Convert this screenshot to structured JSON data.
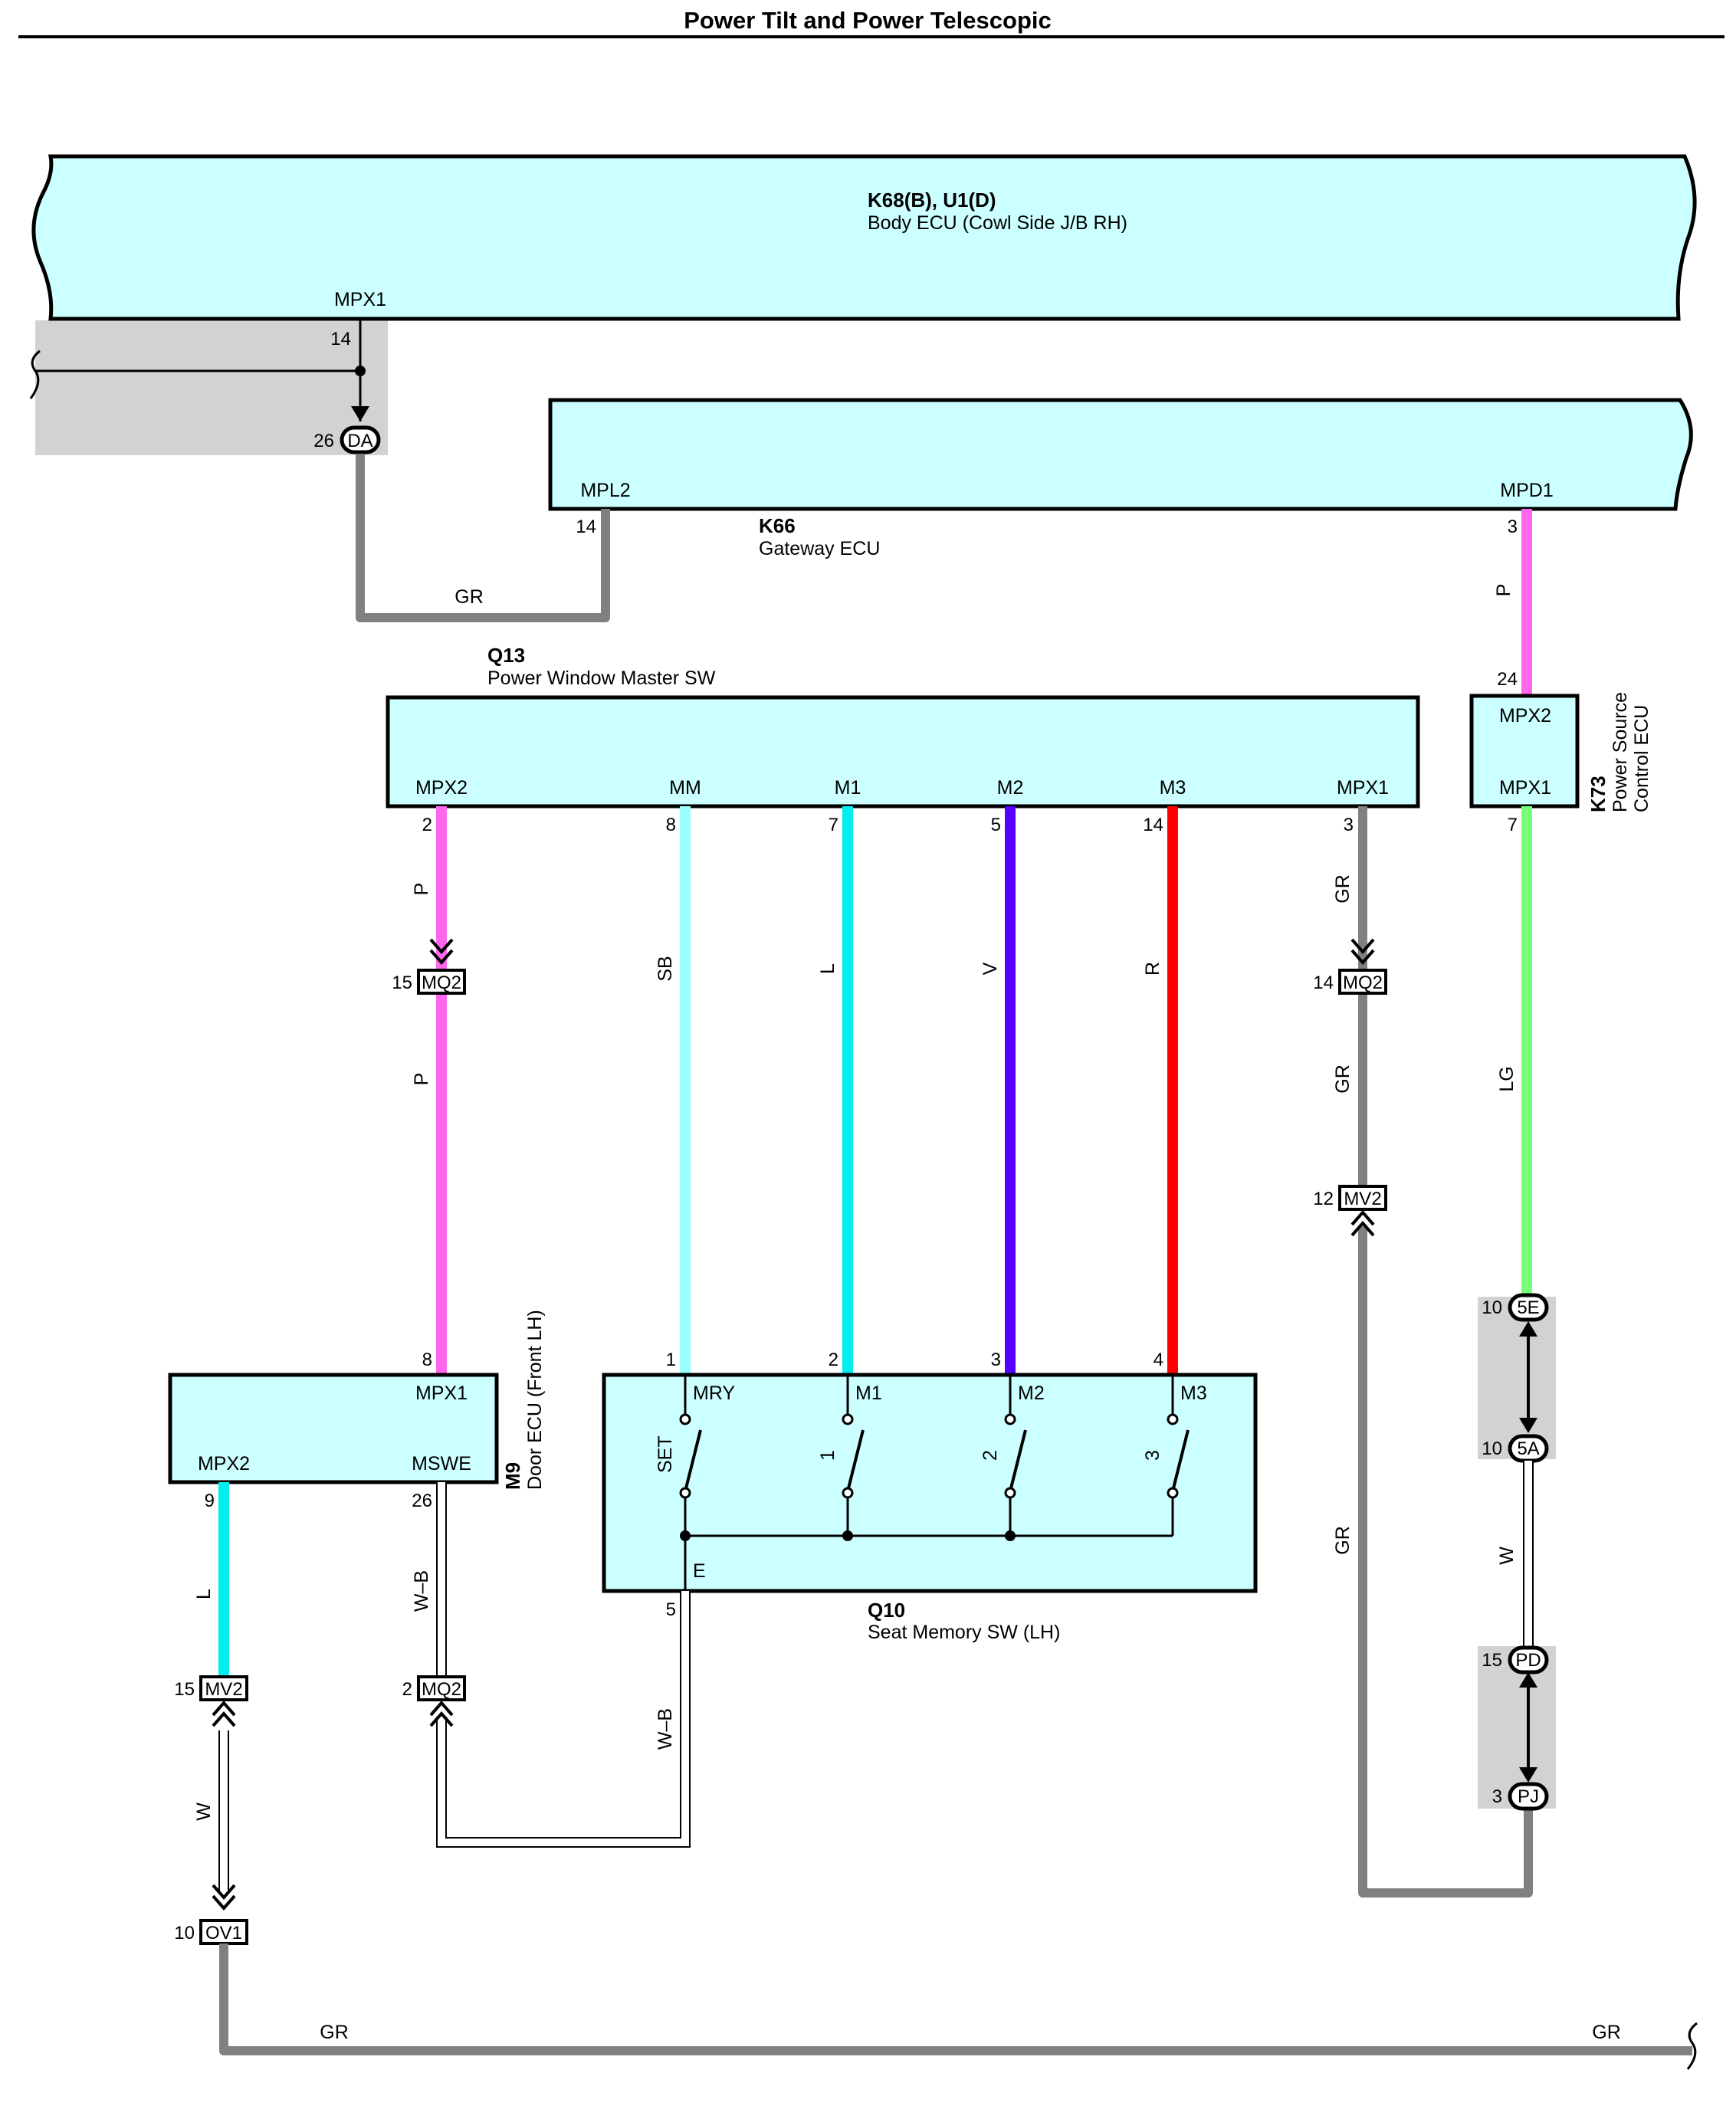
{
  "title": "Power Tilt and Power Telescopic",
  "components": {
    "body_ecu": {
      "id": "K68(B), U1(D)",
      "name": "Body ECU (Cowl Side J/B RH)",
      "terminal": "MPX1",
      "pin": "14"
    },
    "gateway_ecu": {
      "id": "K66",
      "name": "Gateway ECU",
      "terminals": [
        "MPL2",
        "MPD1"
      ],
      "pins": [
        "14",
        "3"
      ]
    },
    "pw_master_sw": {
      "id": "Q13",
      "name": "Power Window Master SW",
      "terminals": [
        "MPX2",
        "MM",
        "M1",
        "M2",
        "M3",
        "MPX1"
      ],
      "pins": [
        "2",
        "8",
        "7",
        "5",
        "14",
        "3"
      ]
    },
    "power_source_ecu": {
      "id": "K73",
      "name_line1": "Power Source",
      "name_line2": "Control ECU",
      "terminals": [
        "MPX2",
        "MPX1"
      ],
      "pins": [
        "24",
        "7"
      ]
    },
    "door_ecu": {
      "id": "M9",
      "name": "Door ECU (Front LH)",
      "terminals": [
        "MPX1",
        "MPX2",
        "MSWE"
      ],
      "pins": [
        "8",
        "9",
        "26"
      ]
    },
    "seat_memory_sw": {
      "id": "Q10",
      "name": "Seat Memory SW (LH)",
      "terminals": [
        "MRY",
        "M1",
        "M2",
        "M3",
        "E"
      ],
      "pins": [
        "1",
        "2",
        "3",
        "4",
        "5"
      ],
      "switch_labels": [
        "SET",
        "1",
        "2",
        "3"
      ]
    }
  },
  "junctions": {
    "DA": {
      "name": "DA",
      "pin": "26"
    },
    "5E": {
      "name": "5E",
      "pin": "10"
    },
    "5A": {
      "name": "5A",
      "pin": "10"
    },
    "PD": {
      "name": "PD",
      "pin": "15"
    },
    "PJ": {
      "name": "PJ",
      "pin": "3"
    }
  },
  "connectors": {
    "mq2_a": {
      "name": "MQ2",
      "pin": "15"
    },
    "mq2_b": {
      "name": "MQ2",
      "pin": "14"
    },
    "mv2_a": {
      "name": "MV2",
      "pin": "12"
    },
    "mv2_b": {
      "name": "MV2",
      "pin": "15"
    },
    "mq2_c": {
      "name": "MQ2",
      "pin": "2"
    },
    "ov1": {
      "name": "OV1",
      "pin": "10"
    }
  },
  "wire_colors": {
    "GR": "#808080",
    "P": "#ff66ee",
    "SB": "#99ffff",
    "L": "#00eeee",
    "V": "#5500ff",
    "R": "#ff0000",
    "LG": "#77ff77",
    "W": "#ffffff",
    "W-B": "#ffffff"
  },
  "wire_labels": {
    "gr_body_gateway": "GR",
    "p_gateway_psc": "P",
    "p_upper": "P",
    "p_lower": "P",
    "sb": "SB",
    "l_m1": "L",
    "v_m2": "V",
    "r_m3": "R",
    "gr_upper": "GR",
    "gr_mid": "GR",
    "gr_lower": "GR",
    "lg": "LG",
    "w_5a_pd": "W",
    "l_door": "L",
    "wb_door": "W–B",
    "wb_seat": "W–B",
    "w_mv2_ov1": "W",
    "gr_bottom_left": "GR",
    "gr_bottom_right": "GR"
  }
}
